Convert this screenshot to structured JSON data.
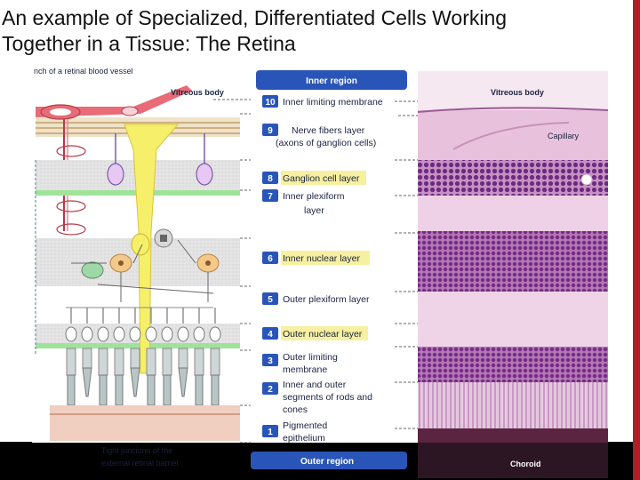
{
  "slide": {
    "title_line1": "An example of Specialized, Differentiated Cells Working",
    "title_line2": "Together in a Tissue:  The Retina"
  },
  "figure": {
    "top_left_caption": "nch of a retinal blood vessel",
    "vitreous_left": "Vitreous body",
    "vitreous_right": "Vitreous body",
    "inner_region": "Inner region",
    "outer_region": "Outer region",
    "capillary": "Capillary",
    "choroid": "Choroid",
    "tight_junctions_line1": "Tight juncions of the",
    "tight_junctions_line2": "external retinal barrier",
    "layers": [
      {
        "num": "10",
        "line1": "Inner limiting membrane",
        "line2": "",
        "line3": ""
      },
      {
        "num": "9",
        "line1": "Nerve fibers layer",
        "line2": "(axons of ganglion cells)",
        "line3": ""
      },
      {
        "num": "8",
        "line1": "Ganglion cell layer",
        "line2": "",
        "line3": ""
      },
      {
        "num": "7",
        "line1": "Inner plexiform",
        "line2": "layer",
        "line3": ""
      },
      {
        "num": "6",
        "line1": "Inner nuclear layer",
        "line2": "",
        "line3": ""
      },
      {
        "num": "5",
        "line1": "Outer plexiform layer",
        "line2": "",
        "line3": ""
      },
      {
        "num": "4",
        "line1": "Outer nuclear layer",
        "line2": "",
        "line3": ""
      },
      {
        "num": "3",
        "line1": "Outer limiting",
        "line2": "membrane",
        "line3": ""
      },
      {
        "num": "2",
        "line1": "Inner and outer",
        "line2": "segments of rods and",
        "line3": "cones"
      },
      {
        "num": "1",
        "line1": "Pigmented",
        "line2": "epithelium",
        "line3": ""
      }
    ],
    "colors": {
      "badge": "#2a55b8",
      "highlight": "#f7f0a0",
      "histology_pink": "#e8c2dc",
      "histology_purple": "#7a2d86",
      "slide_accent": "#b01c28"
    }
  }
}
